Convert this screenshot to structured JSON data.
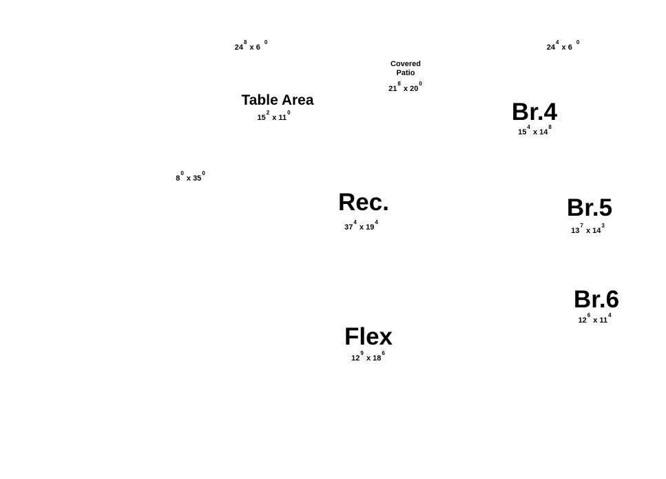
{
  "rooms": [
    {
      "id": "top-left",
      "name": "",
      "w": "24",
      "wi": "8",
      "h": "6",
      "hi": "0"
    },
    {
      "id": "top-right",
      "name": "",
      "w": "24",
      "wi": "4",
      "h": "6",
      "hi": "0"
    },
    {
      "id": "covered-patio",
      "name_line1": "Covered",
      "name_line2": "Patio",
      "w": "21",
      "wi": "8",
      "h": "20",
      "hi": "0"
    },
    {
      "id": "table-area",
      "name": "Table Area",
      "w": "15",
      "wi": "2",
      "h": "11",
      "hi": "0"
    },
    {
      "id": "br4",
      "name": "Br.4",
      "w": "15",
      "wi": "4",
      "h": "14",
      "hi": "8"
    },
    {
      "id": "left-hall",
      "name": "",
      "w": "8",
      "wi": "0",
      "h": "35",
      "hi": "0"
    },
    {
      "id": "rec",
      "name": "Rec.",
      "w": "37",
      "wi": "4",
      "h": "19",
      "hi": "4"
    },
    {
      "id": "br5",
      "name": "Br.5",
      "w": "13",
      "wi": "7",
      "h": "14",
      "hi": "3"
    },
    {
      "id": "br6",
      "name": "Br.6",
      "w": "12",
      "wi": "6",
      "h": "11",
      "hi": "4"
    },
    {
      "id": "flex",
      "name": "Flex",
      "w": "12",
      "wi": "9",
      "h": "18",
      "hi": "6"
    }
  ],
  "separator": "x"
}
